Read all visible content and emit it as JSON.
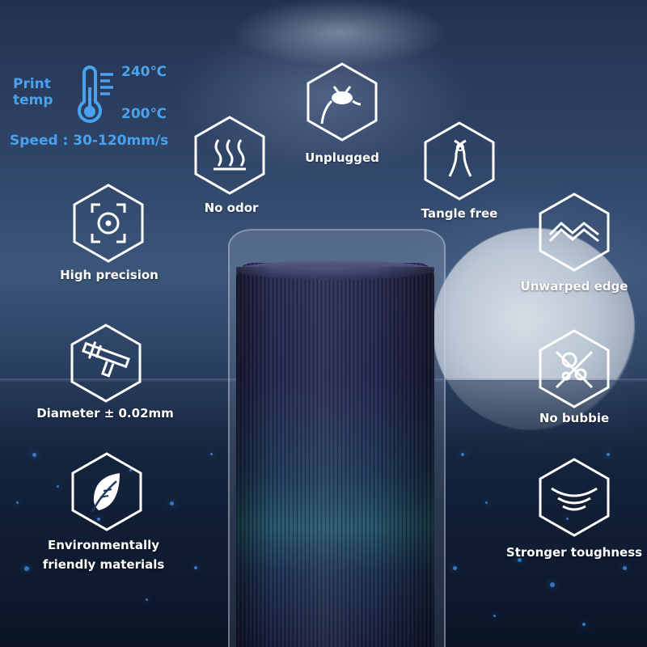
{
  "print_temp": {
    "label_line1": "Print",
    "label_line2": "temp",
    "max_temp": "240℃",
    "min_temp": "200℃",
    "speed": "Speed : 30-120mm/s",
    "icon": "thermometer-icon",
    "color": "#4aa2ee"
  },
  "features": [
    {
      "label": "No odor",
      "icon": "no-odor-icon"
    },
    {
      "label": "Unplugged",
      "icon": "unplugged-icon"
    },
    {
      "label": "Tangle free",
      "icon": "tangle-free-icon"
    },
    {
      "label": "High precision",
      "icon": "precision-target-icon"
    },
    {
      "label": "Unwarped edge",
      "icon": "unwarped-edge-icon"
    },
    {
      "label": "Diameter ± 0.02mm",
      "icon": "caliper-icon"
    },
    {
      "label": "No bubbie",
      "icon": "no-bubble-icon"
    },
    {
      "label_line1": "Environmentally",
      "label_line2": "friendly materials",
      "icon": "leaf-icon"
    },
    {
      "label": "Stronger toughness",
      "icon": "toughness-icon"
    }
  ],
  "colors": {
    "hex_stroke": "#ffffff",
    "text": "#ffffff",
    "accent": "#4aa2ee"
  }
}
